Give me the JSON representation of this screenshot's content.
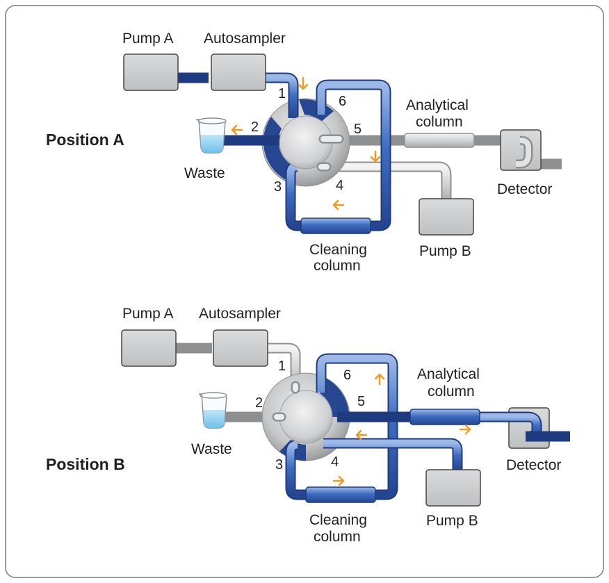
{
  "position_a": {
    "title": "Position A",
    "pump_a": "Pump A",
    "autosampler": "Autosampler",
    "waste": "Waste",
    "analytical_column_line1": "Analytical",
    "analytical_column_line2": "column",
    "detector": "Detector",
    "pump_b": "Pump B",
    "cleaning_column_line1": "Cleaning",
    "cleaning_column_line2": "column",
    "ports": [
      "1",
      "2",
      "3",
      "4",
      "5",
      "6"
    ]
  },
  "position_b": {
    "title": "Position B",
    "pump_a": "Pump A",
    "autosampler": "Autosampler",
    "waste": "Waste",
    "analytical_column_line1": "Analytical",
    "analytical_column_line2": "column",
    "detector": "Detector",
    "pump_b": "Pump B",
    "cleaning_column_line1": "Cleaning",
    "cleaning_column_line2": "column",
    "ports": [
      "1",
      "2",
      "3",
      "4",
      "5",
      "6"
    ]
  },
  "colors": {
    "active_flow": "#3b64ad",
    "idle_flow": "#c9cacc",
    "flow_arrow": "#f39a1e",
    "valve_rotor": "#1f3f8f",
    "box_fill": "#cfd0d2",
    "water": "#8fd0ee"
  }
}
